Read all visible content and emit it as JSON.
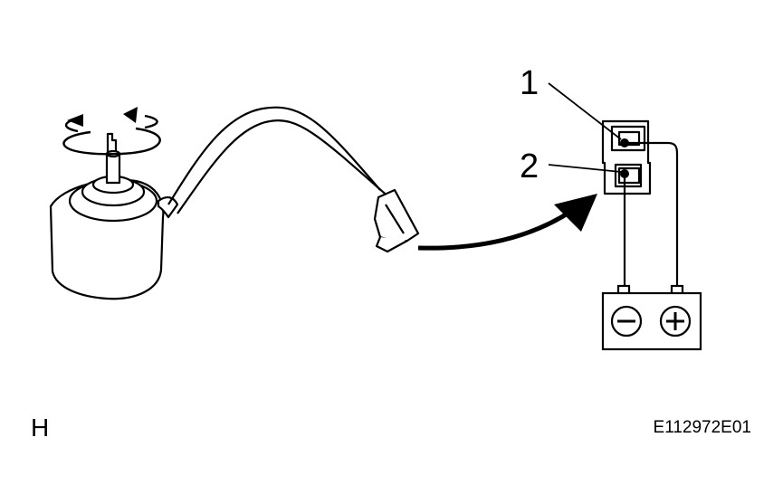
{
  "labels": {
    "terminal_1": "1",
    "terminal_2": "2",
    "view_letter": "H",
    "figure_code": "E112972E01"
  },
  "battery": {
    "negative_symbol": "minus-sign",
    "positive_symbol": "plus-sign"
  },
  "colors": {
    "line": "#000000",
    "background": "#ffffff"
  }
}
